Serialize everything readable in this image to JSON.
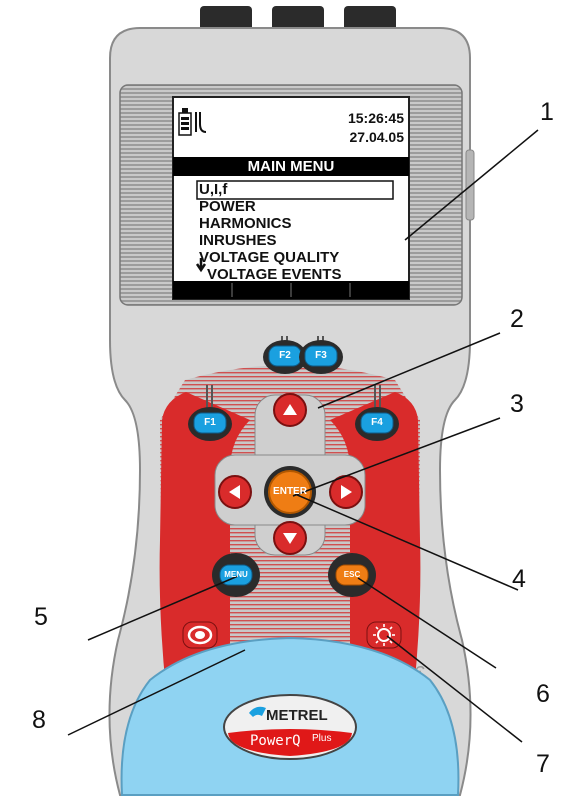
{
  "screen": {
    "time": "15:26:45",
    "date": "27.04.05",
    "title": "MAIN MENU",
    "menu_items": [
      "U,I,f",
      "POWER",
      "HARMONICS",
      "INRUSHES",
      "VOLTAGE QUALITY",
      "VOLTAGE EVENTS"
    ],
    "selected_index": 0
  },
  "keys": {
    "f1": "F1",
    "f2": "F2",
    "f3": "F3",
    "f4": "F4",
    "enter": "ENTER",
    "menu": "MENU",
    "esc": "ESC"
  },
  "brand": {
    "name": "METREL",
    "product": "PowerQ",
    "product_suffix": "Plus"
  },
  "callouts": [
    "1",
    "2",
    "3",
    "4",
    "5",
    "6",
    "7",
    "8"
  ],
  "colors": {
    "body": "#d9d9d9",
    "keypad_red": "#d92b2b",
    "fkey_blue": "#1aa0e0",
    "enter_orange": "#ef7d14",
    "bumper_blue": "#8fd3f2",
    "badge_red": "#e01818"
  }
}
